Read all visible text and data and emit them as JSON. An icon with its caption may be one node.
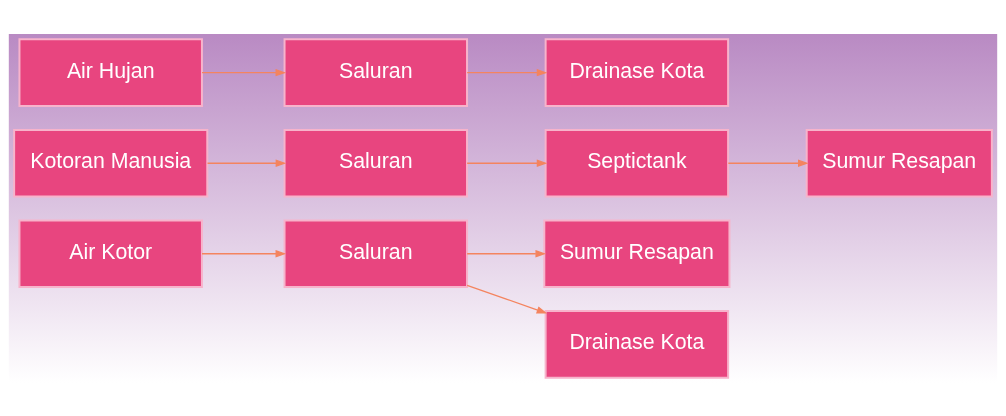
{
  "diagram": {
    "nodes": [
      {
        "text": [
          "Air Hujan"
        ]
      },
      {
        "text": [
          "Saluran"
        ]
      },
      {
        "text": [
          "Drainase Kota"
        ]
      },
      {
        "text": [
          "Kotoran Manusia"
        ]
      },
      {
        "text": [
          "Saluran"
        ]
      },
      {
        "text": [
          "Septictank"
        ]
      },
      {
        "text": [
          "Sumur Resapan"
        ]
      },
      {
        "text": [
          "Air Kotor"
        ]
      },
      {
        "text": [
          "Saluran"
        ]
      },
      {
        "text": [
          "Sumur Resapan"
        ]
      },
      {
        "text": [
          "Drainase Kota"
        ]
      }
    ],
    "edges": [
      {
        "from": 0,
        "to": 1,
        "arrow": "to"
      },
      {
        "from": 1,
        "to": 2,
        "arrow": "to"
      },
      {
        "from": 3,
        "to": 4,
        "arrow": "to"
      },
      {
        "from": 4,
        "to": 5,
        "arrow": "to"
      },
      {
        "from": 5,
        "to": 6,
        "arrow": "to"
      },
      {
        "from": 7,
        "to": 8,
        "arrow": "to"
      },
      {
        "from": 8,
        "to": 9,
        "arrow": "to"
      },
      {
        "from": 8,
        "to": 10,
        "arrow": "to"
      }
    ]
  }
}
